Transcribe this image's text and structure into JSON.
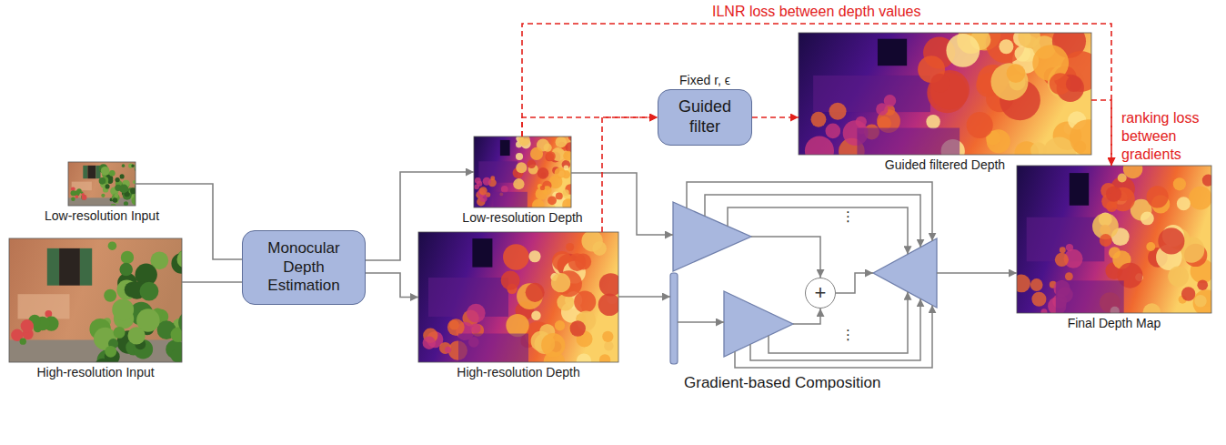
{
  "diagram": {
    "nodes": [
      {
        "text": [
          "Low-resolution Input"
        ]
      },
      {
        "text": [
          "High-resolution Input"
        ]
      },
      {
        "text": [
          "Monocular Depth Estimation"
        ]
      },
      {
        "text": [
          "Low-resolution Depth"
        ]
      },
      {
        "text": [
          "High-resolution Depth"
        ]
      },
      {
        "text": [
          "Fixed r, ϵ",
          "Guided filter"
        ]
      },
      {
        "text": [
          "Guided filtered Depth"
        ]
      },
      {
        "text": [
          "+"
        ]
      },
      {
        "text": [
          "Final Depth Map"
        ]
      }
    ],
    "edges": [
      {
        "from": 0,
        "to": 2,
        "arrow": "none"
      },
      {
        "from": 1,
        "to": 2,
        "arrow": "none"
      },
      {
        "from": 2,
        "to": 3,
        "arrow": "to"
      },
      {
        "from": 2,
        "to": 4,
        "arrow": "to"
      },
      {
        "from": 3,
        "to": 5,
        "arrow": "to"
      },
      {
        "from": 4,
        "to": 5,
        "arrow": "to"
      },
      {
        "from": 5,
        "to": 6,
        "arrow": "to"
      },
      {
        "from": 6,
        "to": 8,
        "label": "ranking loss between gradients",
        "arrow": "to"
      },
      {
        "from": 3,
        "to": 8,
        "label": "ILNR loss between depth values",
        "arrow": "to"
      }
    ],
    "labels": [
      "Gradient-based Composition",
      "⋮",
      "⋮"
    ]
  }
}
